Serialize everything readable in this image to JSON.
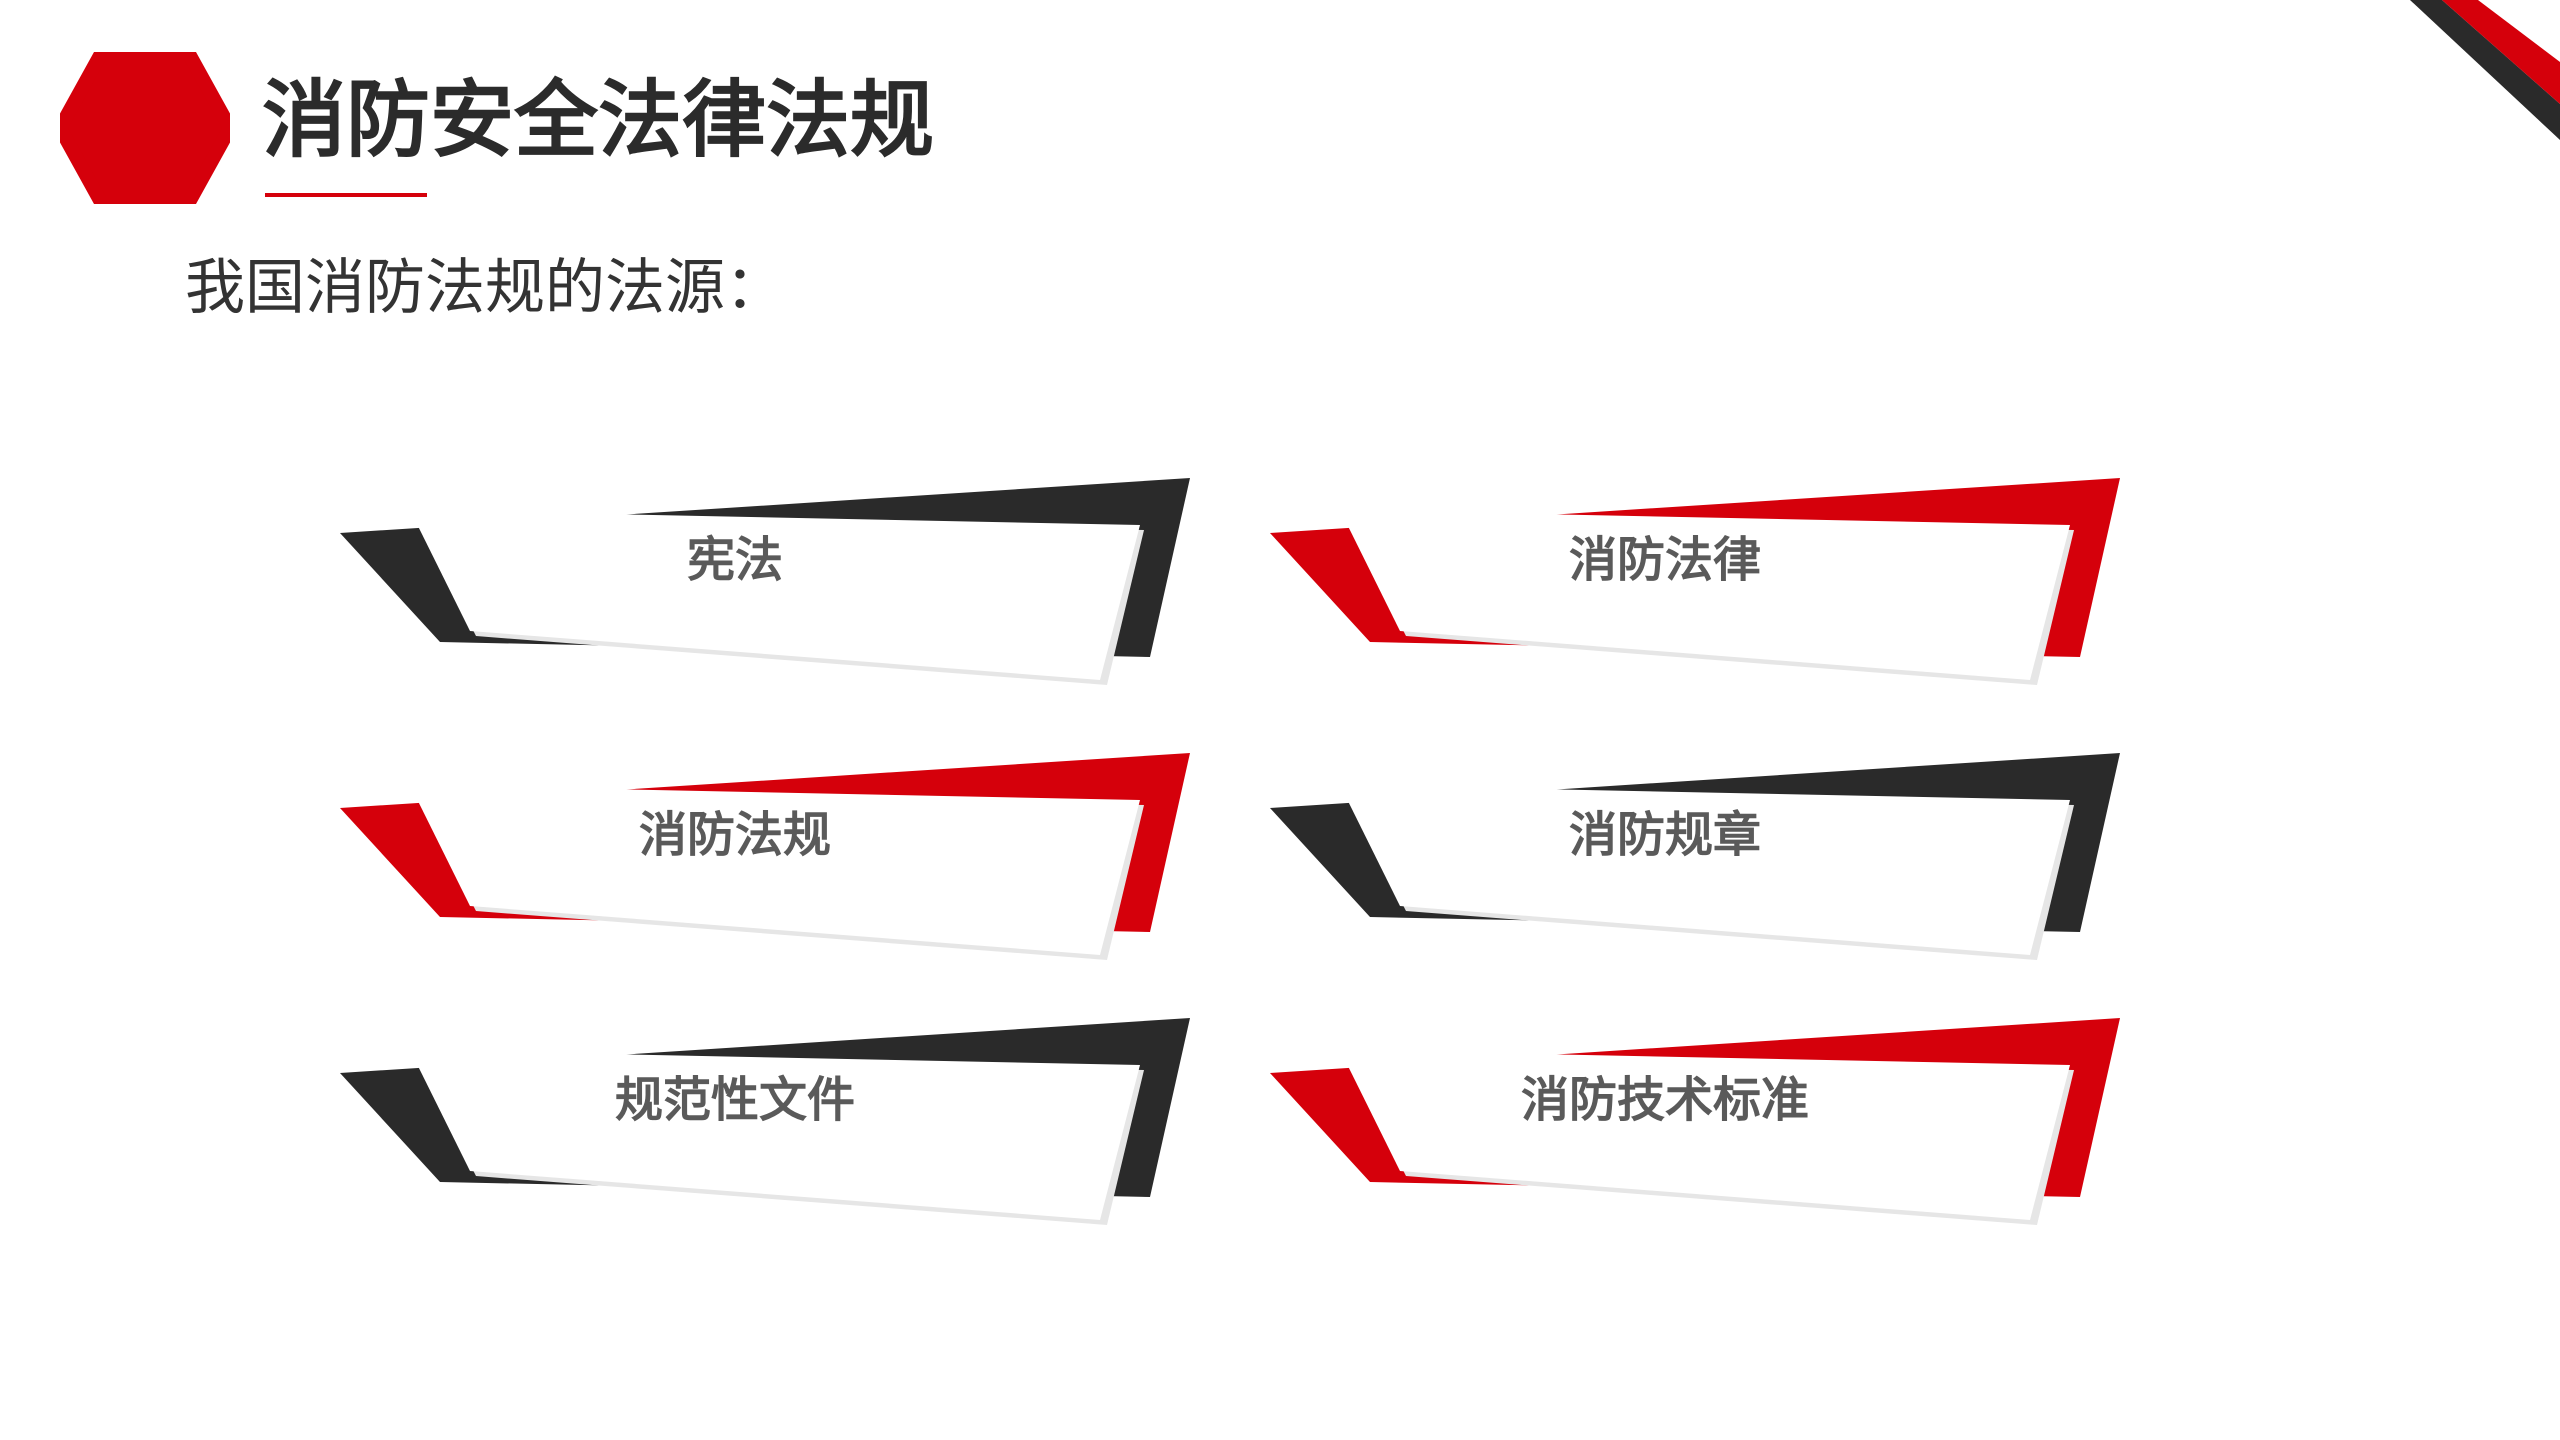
{
  "header": {
    "title": "消防安全法律法规",
    "subtitle": "我国消防法规的法源："
  },
  "colors": {
    "accent_red": "#d5000b",
    "dark": "#2a2a2a",
    "card_face": "#ffffff",
    "label_text": "#5a5a5a"
  },
  "cards": [
    {
      "label": "宪法",
      "accent": "dark"
    },
    {
      "label": "消防法律",
      "accent": "red"
    },
    {
      "label": "消防法规",
      "accent": "red"
    },
    {
      "label": "消防规章",
      "accent": "dark"
    },
    {
      "label": "规范性文件",
      "accent": "dark"
    },
    {
      "label": "消防技术标准",
      "accent": "red"
    }
  ]
}
